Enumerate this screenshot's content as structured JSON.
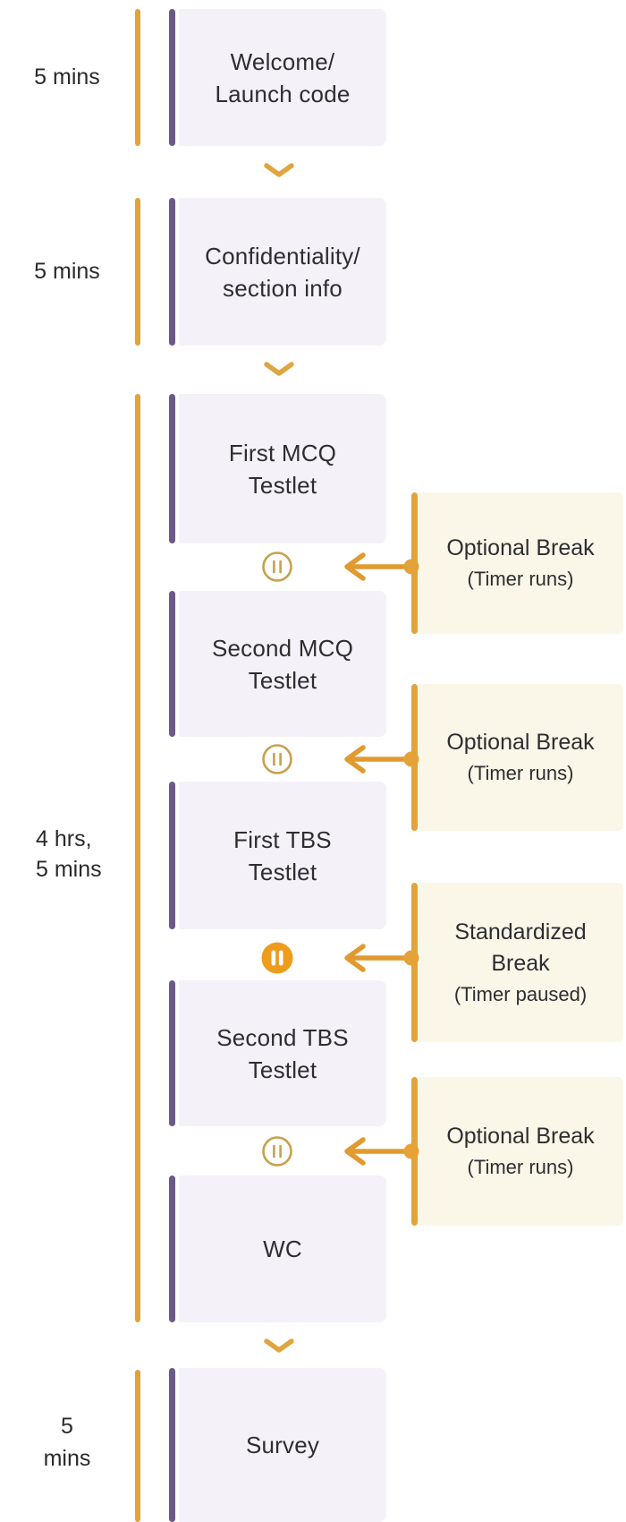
{
  "colors": {
    "accent_gold": "#E1A33C",
    "accent_purple": "#6D5987",
    "stage_box_bg": "#F4F1F8",
    "break_box_bg": "#FAF7E9",
    "pause_outline_gold": "#C7A14F",
    "pause_filled_orange": "#EE9C1D",
    "arrow_gold": "#E19A30",
    "text": "#2E2E30"
  },
  "timeline": {
    "sections": [
      {
        "duration_lines": [
          "5 mins"
        ],
        "stages": [
          {
            "lines": [
              "Welcome/",
              "Launch code"
            ]
          }
        ]
      },
      {
        "duration_lines": [
          "5 mins"
        ],
        "stages": [
          {
            "lines": [
              "Confidentiality/",
              "section info"
            ]
          }
        ]
      },
      {
        "duration_lines": [
          "4 hrs,",
          "5 mins"
        ],
        "stages": [
          {
            "lines": [
              "First MCQ",
              "Testlet"
            ]
          },
          {
            "lines": [
              "Second MCQ",
              "Testlet"
            ]
          },
          {
            "lines": [
              "First TBS",
              "Testlet"
            ]
          },
          {
            "lines": [
              "Second TBS",
              "Testlet"
            ]
          },
          {
            "lines": [
              "WC"
            ]
          }
        ]
      },
      {
        "duration_lines": [
          "5",
          "mins"
        ],
        "stages": [
          {
            "lines": [
              "Survey"
            ]
          }
        ]
      }
    ]
  },
  "breaks": [
    {
      "title_lines": [
        "Optional Break"
      ],
      "subtitle": "(Timer runs)",
      "pause_icon": "outlined-pause"
    },
    {
      "title_lines": [
        "Optional Break"
      ],
      "subtitle": "(Timer runs)",
      "pause_icon": "outlined-pause"
    },
    {
      "title_lines": [
        "Standardized",
        "Break"
      ],
      "subtitle": "(Timer paused)",
      "pause_icon": "filled-pause"
    },
    {
      "title_lines": [
        "Optional Break"
      ],
      "subtitle": "(Timer runs)",
      "pause_icon": "outlined-pause"
    }
  ]
}
